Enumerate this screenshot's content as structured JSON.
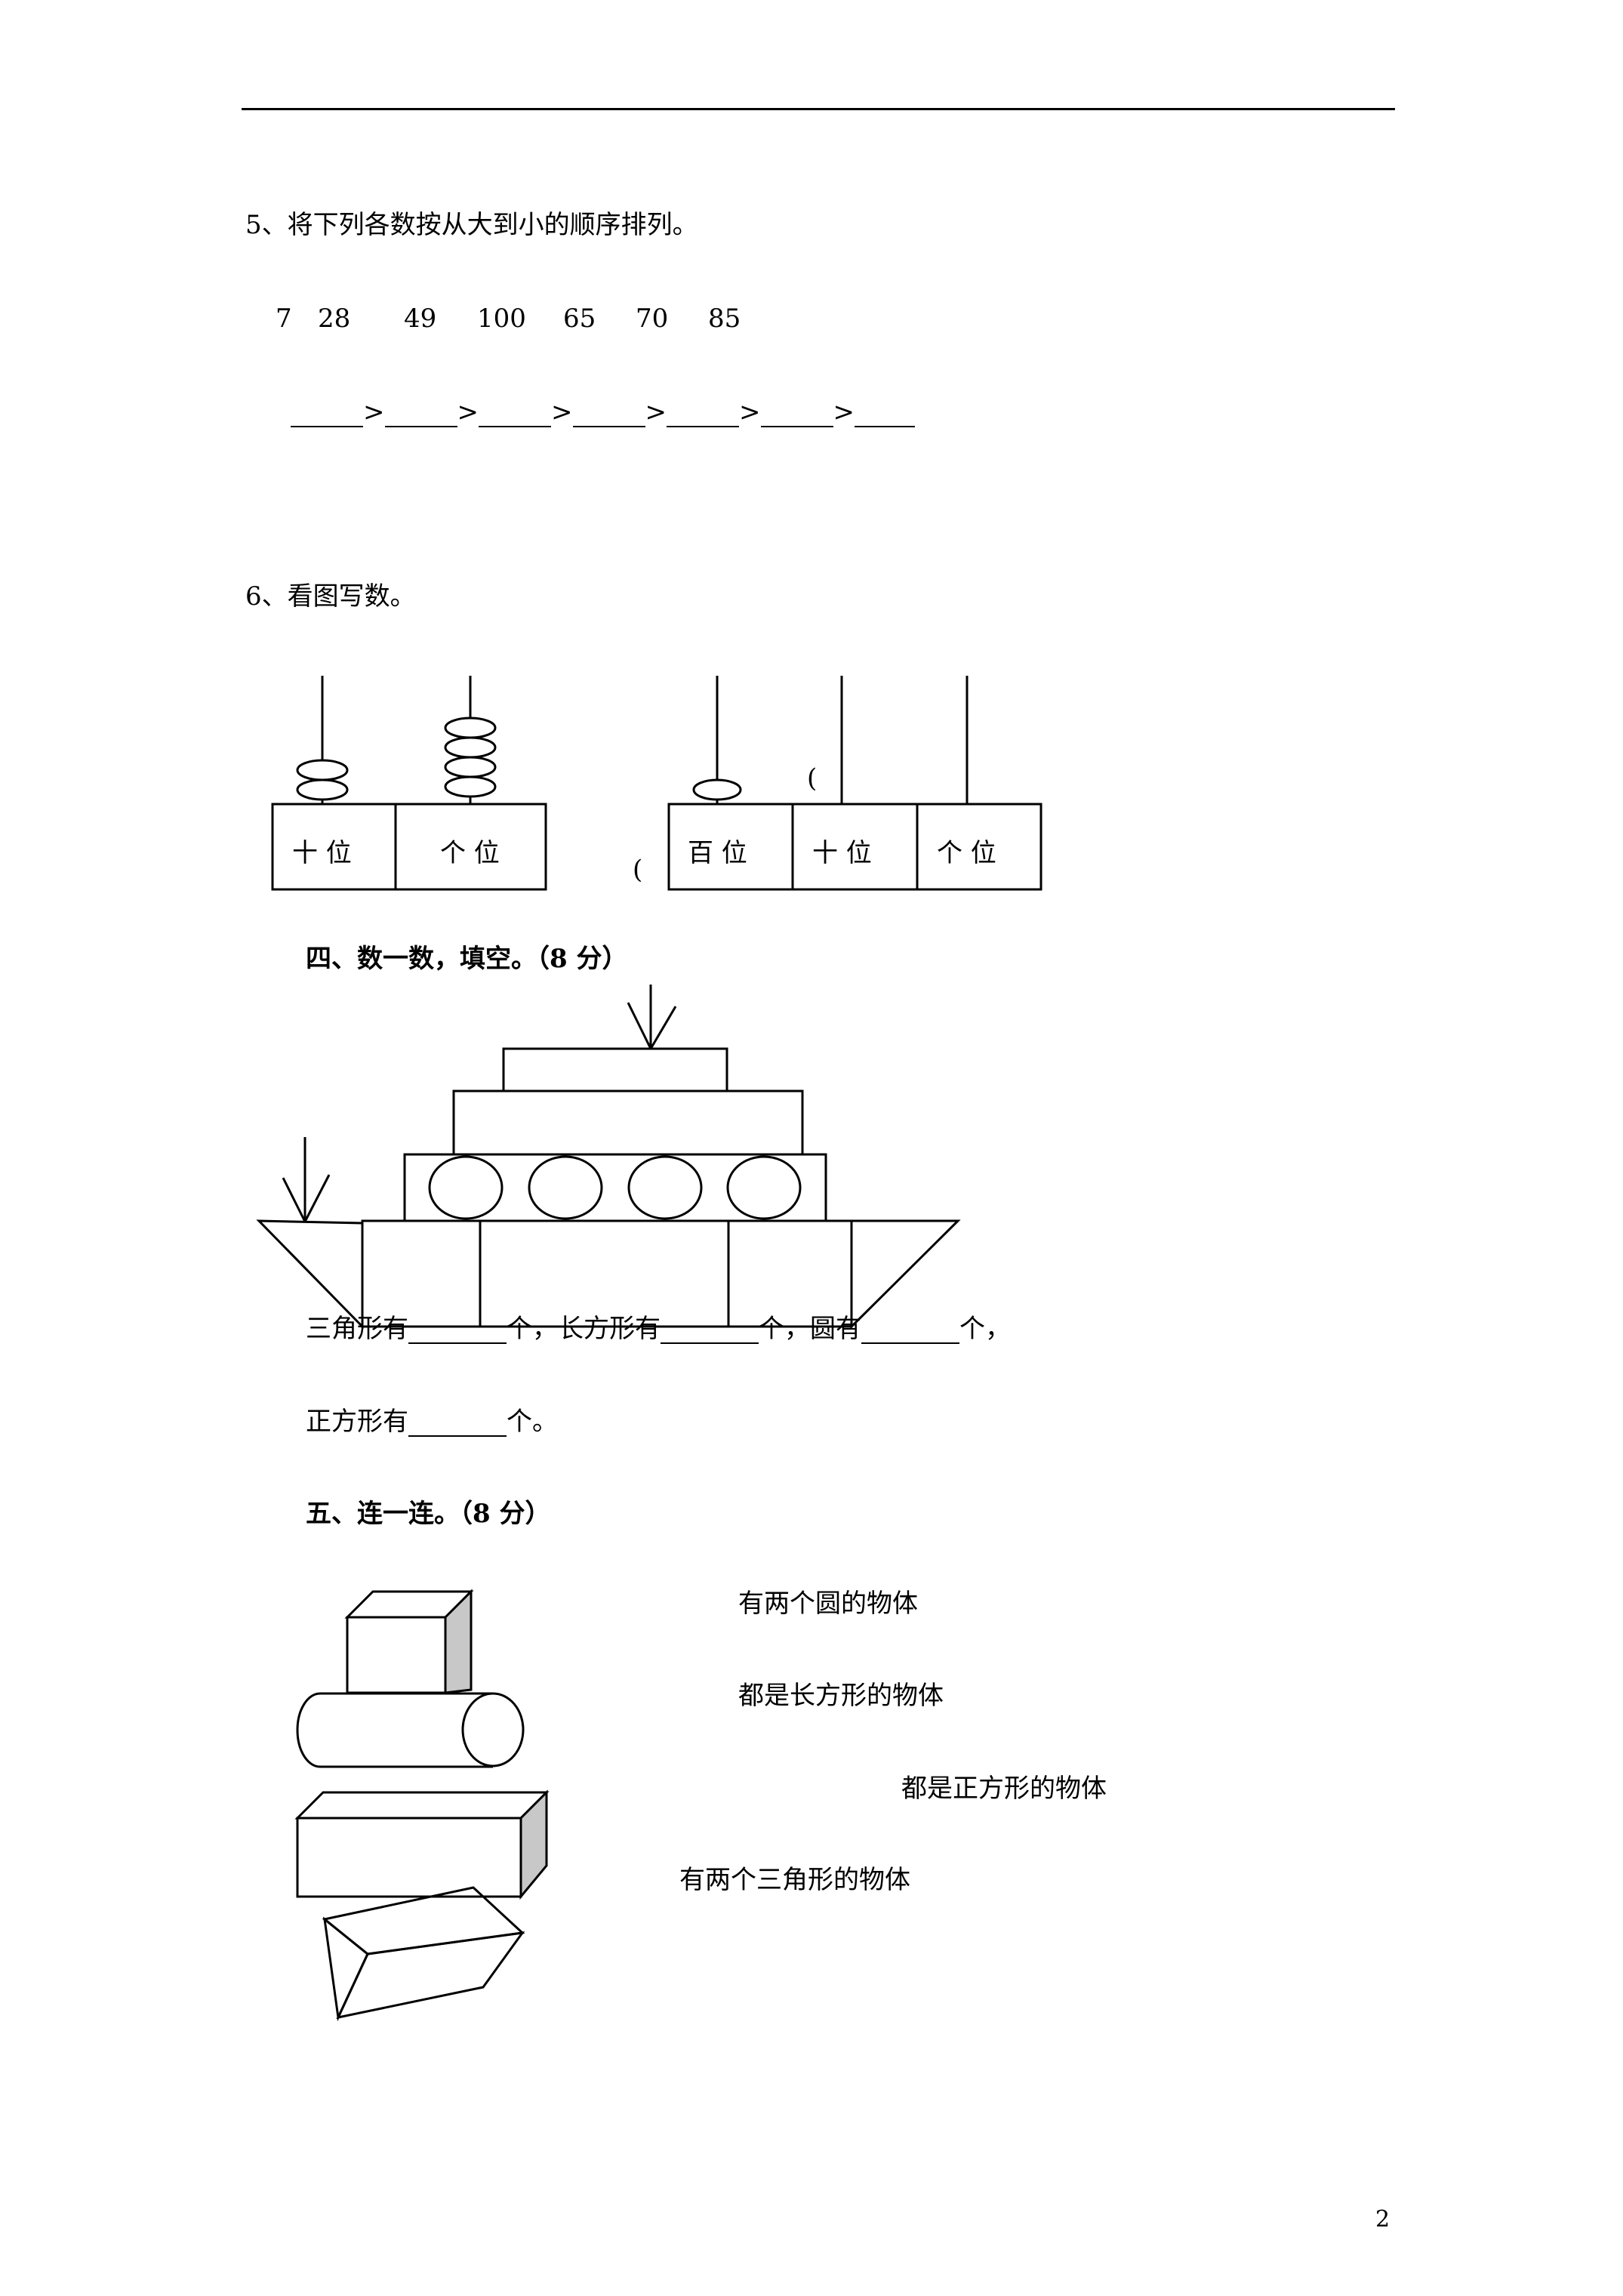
{
  "q5": {
    "title": "5、将下列各数按从大到小的顺序排列。",
    "numbers": [
      "7",
      "28",
      "49",
      "100",
      "65",
      "70",
      "85"
    ],
    "comparison_symbol": ">"
  },
  "q6": {
    "title": "6、看图写数。",
    "abacus1": {
      "tens_label": "十 位",
      "ones_label": "个 位",
      "tens_beads": 2,
      "ones_beads": 4
    },
    "abacus2": {
      "hundreds_label": "百 位",
      "tens_label": "十 位",
      "ones_label": "个 位",
      "hundreds_beads": 1,
      "tens_beads": 0,
      "ones_beads": 0
    },
    "paren_mark": "("
  },
  "s4": {
    "title": "四、数一数，填空。（8 分）",
    "line1": {
      "triangle": "三角形有",
      "ge1": "个，",
      "rectangle": "长方形有",
      "ge2": "个，",
      "circle": "圆有",
      "ge3": "个，"
    },
    "line2": {
      "square": "正方形有",
      "ge": "个。"
    }
  },
  "s5": {
    "title": "五、连一连。（8 分）",
    "options": [
      "有两个圆的物体",
      "都是长方形的物体",
      "都是正方形的物体",
      "有两个三角形的物体"
    ]
  },
  "page_number": "2"
}
